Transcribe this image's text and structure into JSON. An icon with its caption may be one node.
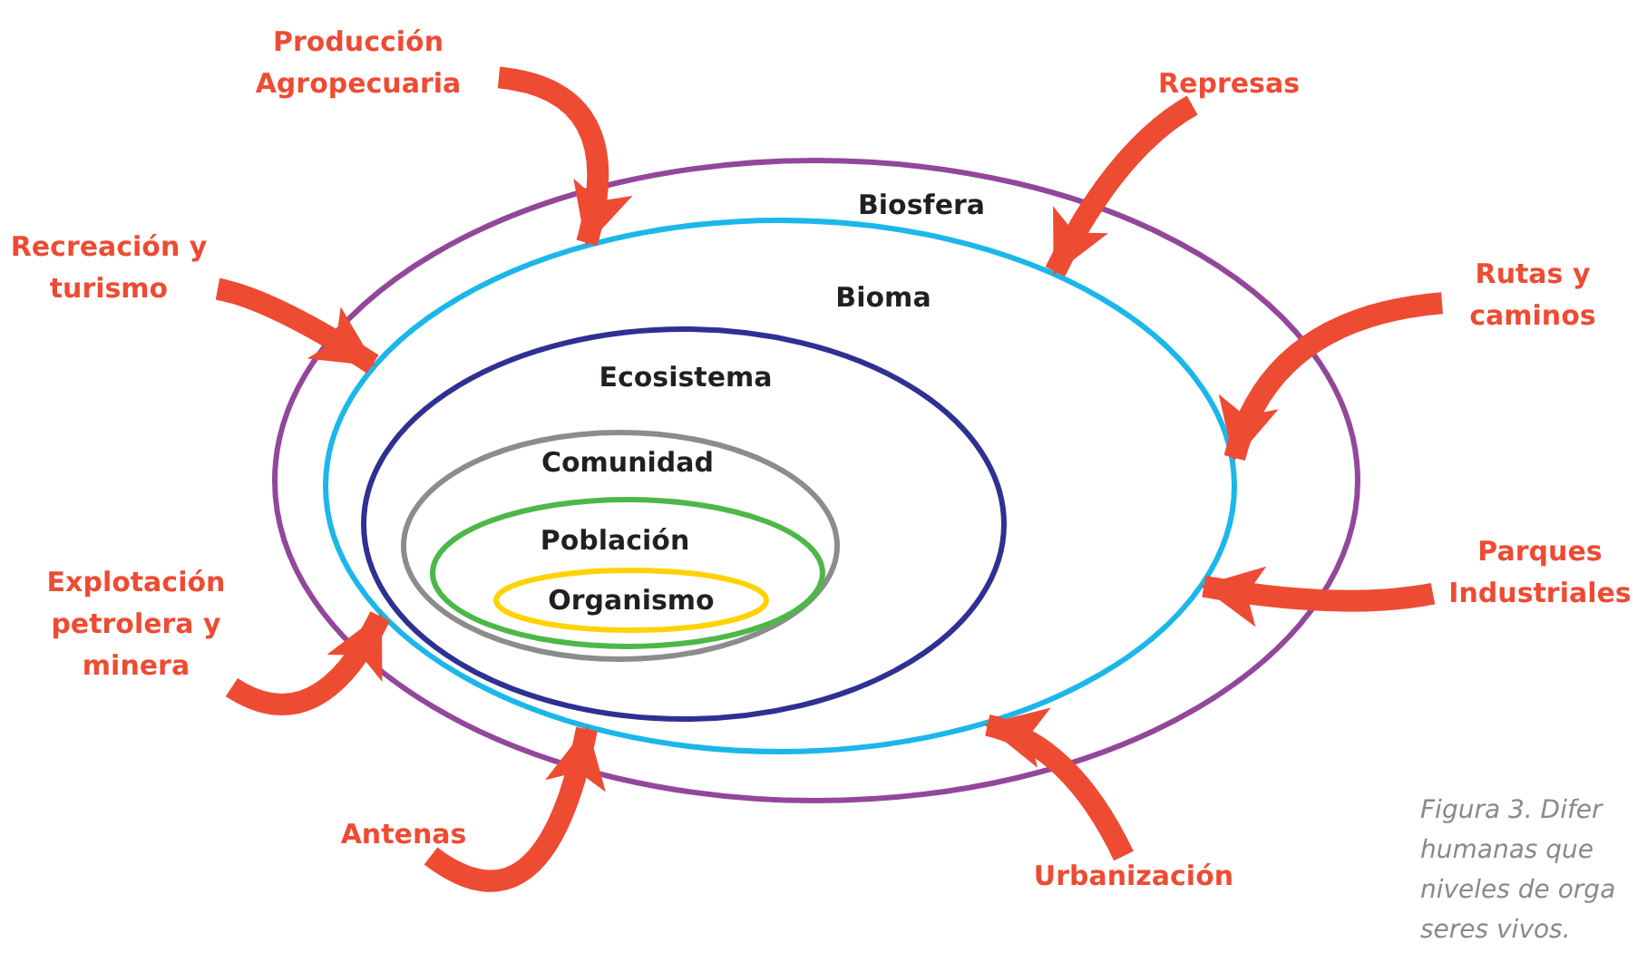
{
  "diagram": {
    "caption": "Figura 3. Difer humanas que niveles de orga seres vivos.",
    "nodes": [
      {
        "text": [
          "Biosfera"
        ]
      },
      {
        "text": [
          "Bioma"
        ],
        "in": 0
      },
      {
        "text": [
          "Ecosistema"
        ],
        "in": 1
      },
      {
        "text": [
          "Comunidad"
        ],
        "in": 2
      },
      {
        "text": [
          "Población"
        ],
        "in": 3
      },
      {
        "text": [
          "Organismo"
        ],
        "in": 4
      },
      {
        "text": [
          "Producción Agropecuaria"
        ]
      },
      {
        "text": [
          "Represas"
        ]
      },
      {
        "text": [
          "Recreación y turismo"
        ]
      },
      {
        "text": [
          "Rutas y caminos"
        ]
      },
      {
        "text": [
          "Explotación petrolera y minera"
        ]
      },
      {
        "text": [
          "Parques Industriales"
        ]
      },
      {
        "text": [
          "Antenas"
        ]
      },
      {
        "text": [
          "Urbanización"
        ]
      }
    ],
    "edges": [
      {
        "from": 6,
        "to": 1,
        "arrow": "to"
      },
      {
        "from": 7,
        "to": 1,
        "arrow": "to"
      },
      {
        "from": 8,
        "to": 1,
        "arrow": "to"
      },
      {
        "from": 9,
        "to": 1,
        "arrow": "to"
      },
      {
        "from": 10,
        "to": 1,
        "arrow": "to"
      },
      {
        "from": 11,
        "to": 1,
        "arrow": "to"
      },
      {
        "from": 12,
        "to": 1,
        "arrow": "to"
      },
      {
        "from": 13,
        "to": 1,
        "arrow": "to"
      }
    ]
  }
}
